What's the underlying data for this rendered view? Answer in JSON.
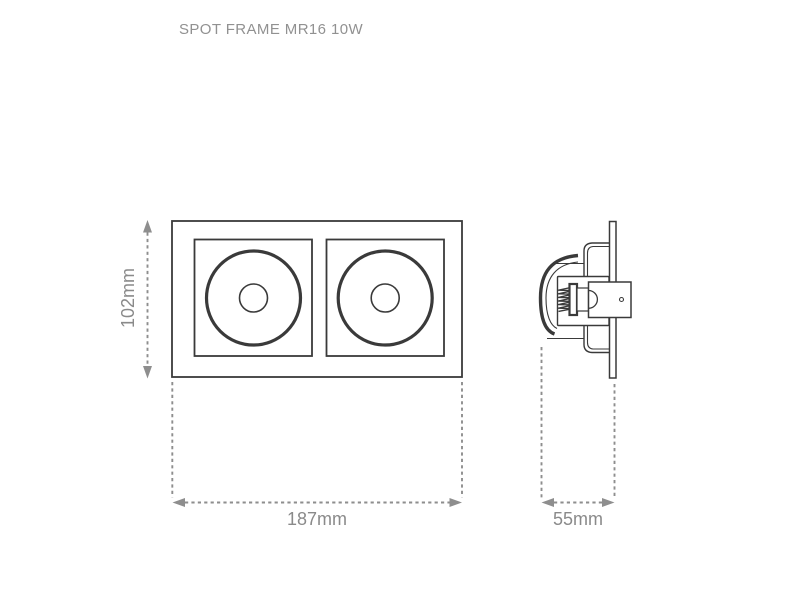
{
  "title": "SPOT FRAME MR16 10W",
  "dimensions": {
    "height": "102mm",
    "width": "187mm",
    "depth": "55mm"
  },
  "views": {
    "front": {
      "spot_count": 2
    },
    "side": {
      "spot_count": 1
    }
  },
  "colors": {
    "drawing_line": "#3a3a3a",
    "dimension_line": "#8e8e8e",
    "label_text": "#8a8a8a",
    "title_text": "#919191",
    "background": "#ffffff"
  }
}
